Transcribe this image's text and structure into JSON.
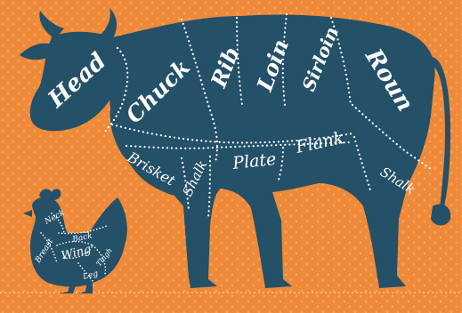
{
  "colors": {
    "background": "#ee8a3a",
    "dots": "#f5a561",
    "silhouette": "#245068",
    "lines": "#ffffff"
  },
  "cow": {
    "cuts": {
      "head": "Head",
      "chuck": "Chuck",
      "rib": "Rib",
      "loin": "Loin",
      "sirloin": "Sirloin",
      "round": "Roun",
      "brisket": "Brisket",
      "shank_front": "Shalk",
      "plate": "Plate",
      "flank": "Flank",
      "shank_rear": "Shalk"
    }
  },
  "chicken": {
    "cuts": {
      "neck": "Neck",
      "back": "Back",
      "wing": "Wing",
      "breast": "Breast",
      "thigh": "Thigh",
      "leg": "Leg"
    }
  }
}
